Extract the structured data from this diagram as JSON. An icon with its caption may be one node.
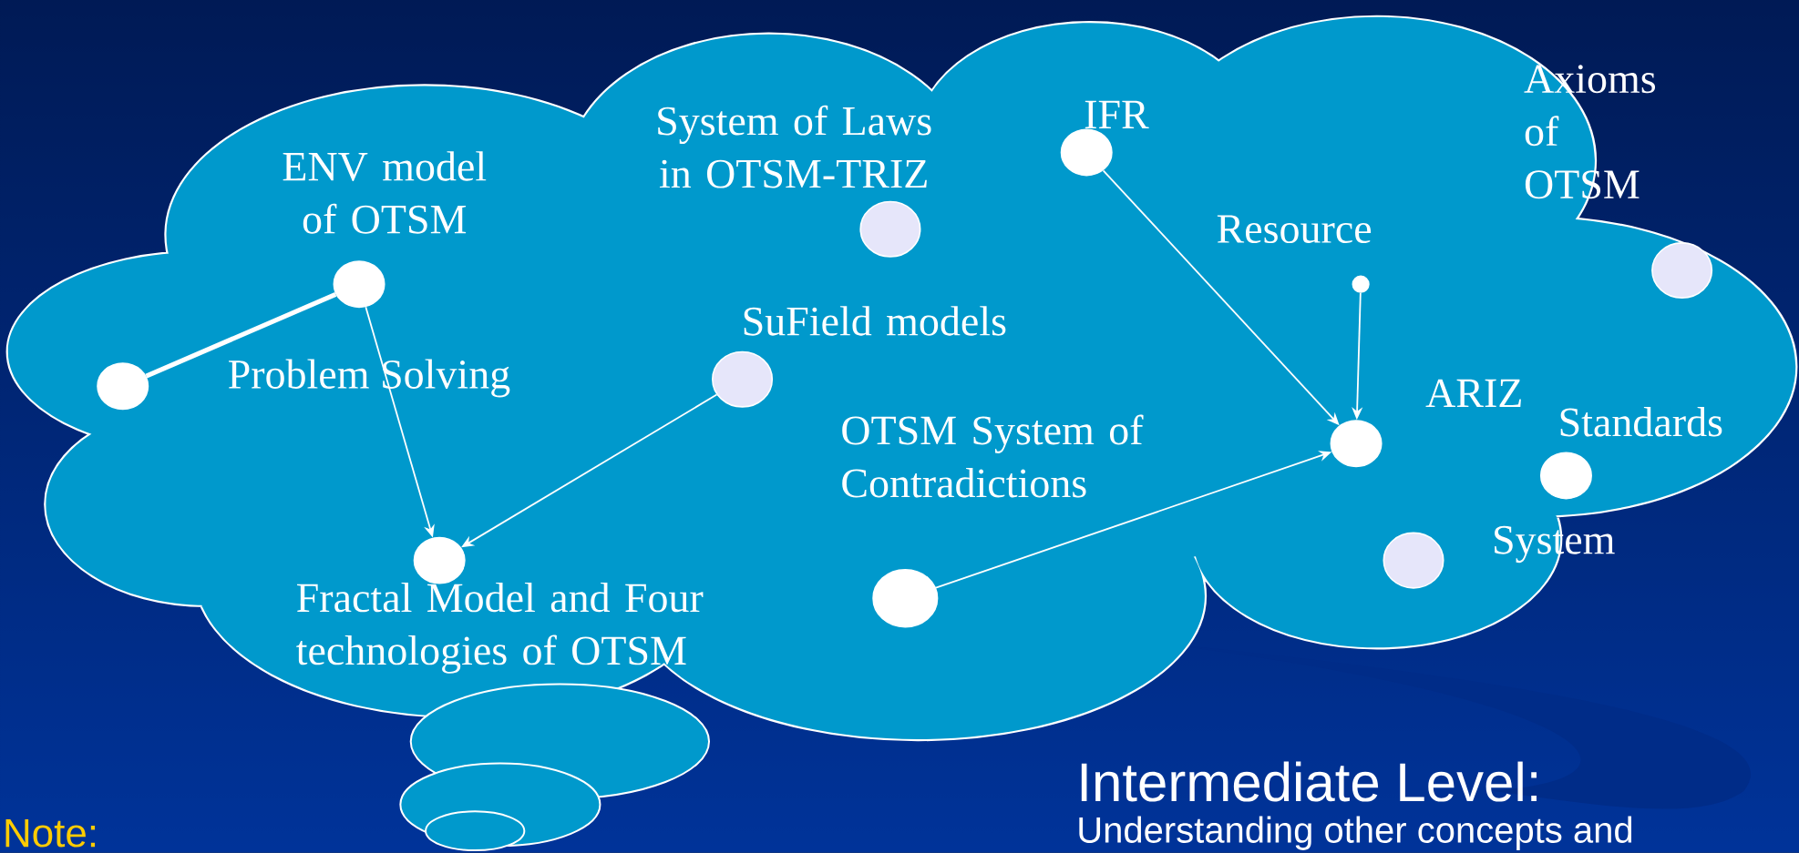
{
  "diagram": {
    "nodes": [
      {
        "text": [],
        "shape": "circle",
        "beside": [
          "ENV model of OTSM"
        ]
      },
      {
        "text": [],
        "shape": "circle"
      },
      {
        "text": [],
        "shape": "circle",
        "beside": [
          "Fractal Model and Four technologies of OTSM"
        ]
      },
      {
        "text": [],
        "shape": "circle",
        "beside": [
          "SuField models"
        ]
      },
      {
        "text": [],
        "shape": "circle",
        "beside": [
          "System of Laws in OTSM-TRIZ"
        ]
      },
      {
        "text": [],
        "shape": "circle",
        "beside": [
          "IFR"
        ]
      },
      {
        "text": [],
        "shape": "circle",
        "beside": [
          "Resource"
        ]
      },
      {
        "text": [],
        "shape": "circle",
        "beside": [
          "Axioms of OTSM"
        ]
      },
      {
        "text": [],
        "shape": "circle",
        "beside": [
          "ARIZ"
        ]
      },
      {
        "text": [],
        "shape": "circle",
        "beside": [
          "Standards"
        ]
      },
      {
        "text": [],
        "shape": "circle"
      },
      {
        "text": [],
        "shape": "circle",
        "beside": [
          "OTSM System of Contradictions"
        ]
      }
    ],
    "edges": [
      {
        "from": 1,
        "to": 0,
        "arrow": "none",
        "style": "thick"
      },
      {
        "from": 0,
        "to": 2,
        "arrow": "to"
      },
      {
        "from": 3,
        "to": 2,
        "arrow": "to"
      },
      {
        "from": 5,
        "to": 8,
        "arrow": "to"
      },
      {
        "from": 6,
        "to": 8,
        "arrow": "to"
      },
      {
        "from": 11,
        "to": 8,
        "arrow": "to"
      }
    ],
    "labels": [
      "Problem Solving",
      "System",
      "Intermediate Level:",
      "Understanding other concepts and",
      "Note:"
    ]
  }
}
